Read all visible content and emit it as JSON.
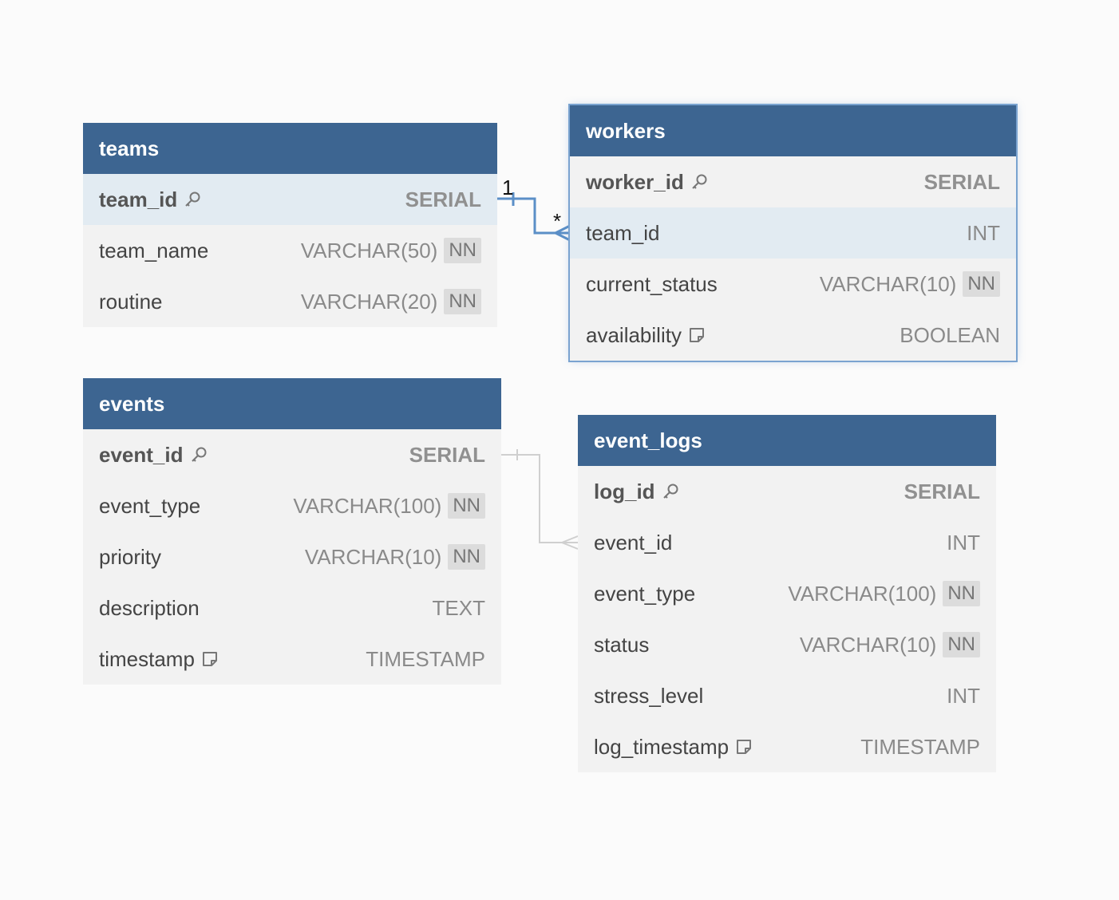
{
  "tables": {
    "teams": {
      "title": "teams",
      "rows": [
        {
          "name": "team_id",
          "type": "SERIAL"
        },
        {
          "name": "team_name",
          "type": "VARCHAR(50)",
          "nn": "NN"
        },
        {
          "name": "routine",
          "type": "VARCHAR(20)",
          "nn": "NN"
        }
      ]
    },
    "workers": {
      "title": "workers",
      "rows": [
        {
          "name": "worker_id",
          "type": "SERIAL"
        },
        {
          "name": "team_id",
          "type": "INT"
        },
        {
          "name": "current_status",
          "type": "VARCHAR(10)",
          "nn": "NN"
        },
        {
          "name": "availability",
          "type": "BOOLEAN"
        }
      ]
    },
    "events": {
      "title": "events",
      "rows": [
        {
          "name": "event_id",
          "type": "SERIAL"
        },
        {
          "name": "event_type",
          "type": "VARCHAR(100)",
          "nn": "NN"
        },
        {
          "name": "priority",
          "type": "VARCHAR(10)",
          "nn": "NN"
        },
        {
          "name": "description",
          "type": "TEXT"
        },
        {
          "name": "timestamp",
          "type": "TIMESTAMP"
        }
      ]
    },
    "event_logs": {
      "title": "event_logs",
      "rows": [
        {
          "name": "log_id",
          "type": "SERIAL"
        },
        {
          "name": "event_id",
          "type": "INT"
        },
        {
          "name": "event_type",
          "type": "VARCHAR(100)",
          "nn": "NN"
        },
        {
          "name": "status",
          "type": "VARCHAR(10)",
          "nn": "NN"
        },
        {
          "name": "stress_level",
          "type": "INT"
        },
        {
          "name": "log_timestamp",
          "type": "TIMESTAMP"
        }
      ]
    }
  },
  "relations": {
    "teams_workers": {
      "one": "1",
      "many": "*"
    }
  },
  "colors": {
    "header": "#3d6591",
    "body": "#f2f2f2",
    "highlight": "#e2ebf2",
    "active_relation": "#5b8fc7",
    "inactive_relation": "#cfcfcf"
  },
  "icons": {
    "primary_key": "key-icon",
    "note": "note-icon"
  }
}
